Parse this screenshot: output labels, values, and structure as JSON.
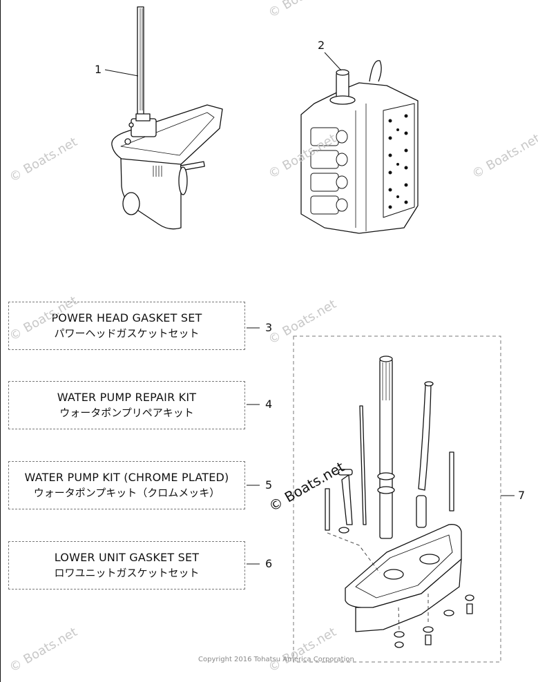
{
  "callouts": [
    "1",
    "2",
    "3",
    "4",
    "5",
    "6",
    "7"
  ],
  "kits": [
    {
      "en": "POWER HEAD GASKET SET",
      "jp": "パワーヘッドガスケットセット"
    },
    {
      "en": "WATER PUMP REPAIR KIT",
      "jp": "ウォータポンプリペアキット"
    },
    {
      "en": "WATER PUMP KIT (CHROME PLATED)",
      "jp": "ウォータポンプキット（クロムメッキ）"
    },
    {
      "en": "LOWER UNIT GASKET SET",
      "jp": "ロワユニットガスケットセット"
    }
  ],
  "watermark": "© Boats.net",
  "copyright": "Copyright 2016 Tohatsu America Corporation"
}
